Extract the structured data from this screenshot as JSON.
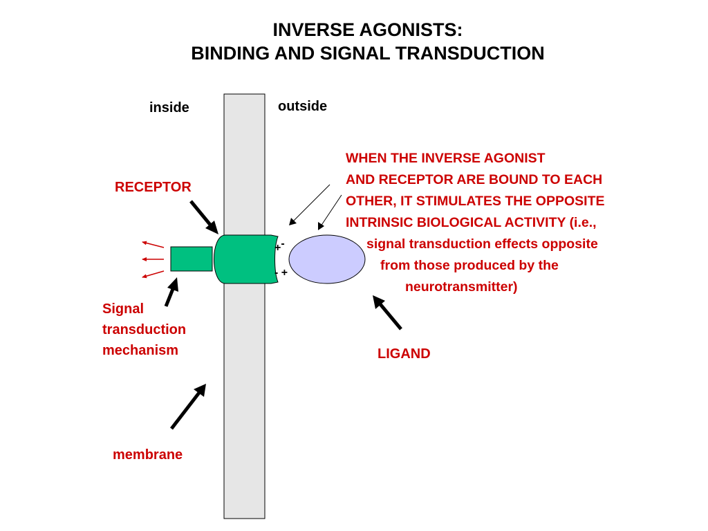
{
  "title": {
    "line1": "INVERSE AGONISTS:",
    "line2": "BINDING AND SIGNAL TRANSDUCTION"
  },
  "labels": {
    "inside": "inside",
    "outside": "outside",
    "receptor": "RECEPTOR",
    "signal_transduction": [
      "Signal",
      "transduction",
      "mechanism"
    ],
    "membrane": "membrane",
    "ligand": "LIGAND"
  },
  "description": [
    "WHEN THE INVERSE AGONIST",
    "AND RECEPTOR ARE BOUND TO EACH",
    "OTHER, IT STIMULATES THE OPPOSITE",
    "INTRINSIC BIOLOGICAL ACTIVITY (i.e.,",
    "signal transduction effects opposite",
    "from those produced by the",
    "neurotransmitter)"
  ],
  "charges": {
    "top": "+",
    "top_sup": "-",
    "bottom": "- +"
  },
  "colors": {
    "label_red": "#cc0000",
    "receptor_green": "#00c080",
    "ligand_lavender": "#ccccff",
    "membrane_gray": "#e6e6e6"
  }
}
